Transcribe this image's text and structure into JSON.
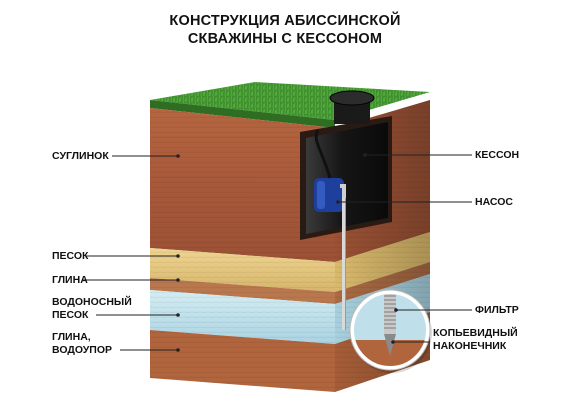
{
  "title": {
    "line1": "КОНСТРУКЦИЯ АБИССИНСКОЙ",
    "line2": "СКВАЖИНЫ С КЕССОНОМ"
  },
  "labels_left": {
    "loam": "СУГЛИНОК",
    "sand": "ПЕСОК",
    "clay": "ГЛИНА",
    "aquifer_line1": "ВОДОНОСНЫЙ",
    "aquifer_line2": "ПЕСОК",
    "clay_barrier_line1": "ГЛИНА,",
    "clay_barrier_line2": "ВОДОУПОР"
  },
  "labels_right": {
    "caisson": "КЕССОН",
    "pump": "НАСОС",
    "filter": "ФИЛЬТР",
    "tip_line1": "КОПЬЕВИДНЫЙ",
    "tip_line2": "НАКОНЕЧНИК"
  },
  "colors": {
    "grass": "#3f8f2e",
    "loam": "#a8593a",
    "sand": "#e3c67e",
    "clay": "#b9774e",
    "aquifer": "#bfe0ea",
    "caisson": "#151515",
    "pump": "#1f3f9c"
  }
}
